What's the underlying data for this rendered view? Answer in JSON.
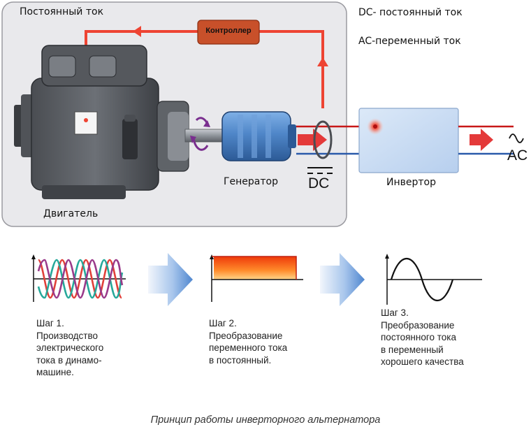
{
  "labels": {
    "dc_source": "Постоянный ток",
    "legend_dc": "DC- постоянный ток",
    "legend_ac": "AC-переменный ток",
    "controller": "Контроллер",
    "engine": "Двигатель",
    "generator": "Генератор",
    "dc": "DC",
    "inverter": "Инвертор",
    "ac": "AC"
  },
  "steps": [
    {
      "title": "Шаг 1.",
      "lines": [
        "Производство",
        "электрического",
        "тока в динамо-",
        "машине."
      ]
    },
    {
      "title": "Шаг 2.",
      "lines": [
        "Преобразование",
        "переменного тока",
        "в постоянный."
      ]
    },
    {
      "title": "Шаг 3.",
      "lines": [
        "Преобразование",
        "постоянного тока",
        "в переменный",
        "хорошего качества"
      ]
    }
  ],
  "caption": "Принцип работы инверторного альтернатора",
  "colors": {
    "panel": "#e9e9ec",
    "flow_red": "#ee4433",
    "controller": "#c8502a",
    "generator": "#4f86c8",
    "inverter": "#c9dcf3",
    "step_arrow": "#5b8fd2",
    "dc_bar_top": "#ee3a0a",
    "dc_bar_bottom": "#ffd58a"
  },
  "icons": [
    "rotation-arrow-icon",
    "sine-wave-icon",
    "flow-arrow-icon"
  ]
}
